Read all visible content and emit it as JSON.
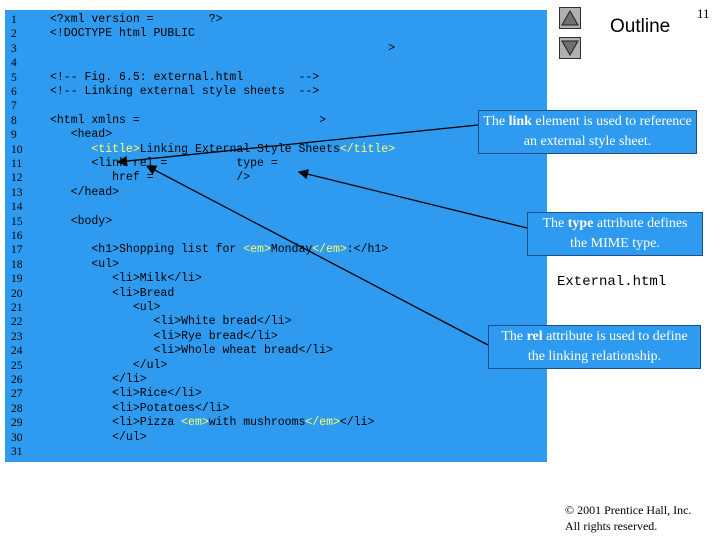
{
  "page_number": "11",
  "outline_label": "Outline",
  "filename": "External.html",
  "footer": {
    "copyright": "© 2001 Prentice Hall, Inc.",
    "rights": "All rights reserved."
  },
  "callouts": {
    "link": {
      "pre": "The ",
      "keyword": "link",
      "post": " element is used to reference an external style sheet."
    },
    "type": {
      "pre": "The ",
      "keyword": "type",
      "post": " attribute defines the MIME type."
    },
    "rel": {
      "pre": "The ",
      "keyword": "rel",
      "post": " attribute is used to define the linking relationship."
    }
  },
  "code_lines": [
    {
      "n": "1",
      "segs": [
        [
          "<?xml version = ",
          "n"
        ],
        [
          "       ?>",
          "n"
        ]
      ]
    },
    {
      "n": "2",
      "segs": [
        [
          "<!DOCTYPE html PUBLIC",
          "n"
        ]
      ]
    },
    {
      "n": "3",
      "segs": [
        [
          "                                                 >",
          "n"
        ]
      ]
    },
    {
      "n": "4",
      "segs": []
    },
    {
      "n": "5",
      "segs": [
        [
          "<!-- Fig. 6.5: external.html        -->",
          "n"
        ]
      ]
    },
    {
      "n": "6",
      "segs": [
        [
          "<!-- Linking external style sheets  -->",
          "n"
        ]
      ]
    },
    {
      "n": "7",
      "segs": []
    },
    {
      "n": "8",
      "segs": [
        [
          "<html xmlns = ",
          "n"
        ],
        [
          "                         >",
          "n"
        ]
      ]
    },
    {
      "n": "9",
      "segs": [
        [
          "   <head>",
          "n"
        ]
      ]
    },
    {
      "n": "10",
      "segs": [
        [
          "      ",
          "n"
        ],
        [
          "<title>",
          "t"
        ],
        [
          "Linking External Style Sheets",
          "n"
        ],
        [
          "</title>",
          "t"
        ]
      ]
    },
    {
      "n": "11",
      "segs": [
        [
          "      <link rel = ",
          "n"
        ],
        [
          "         type = ",
          "n"
        ]
      ]
    },
    {
      "n": "12",
      "segs": [
        [
          "         href = ",
          "n"
        ],
        [
          "           />",
          "n"
        ]
      ]
    },
    {
      "n": "13",
      "segs": [
        [
          "   </head>",
          "n"
        ]
      ]
    },
    {
      "n": "14",
      "segs": []
    },
    {
      "n": "15",
      "segs": [
        [
          "   <body>",
          "n"
        ]
      ]
    },
    {
      "n": "16",
      "segs": []
    },
    {
      "n": "17",
      "segs": [
        [
          "      <h1>",
          "n"
        ],
        [
          "Shopping list for ",
          "n"
        ],
        [
          "<em>",
          "t"
        ],
        [
          "Monday",
          "n"
        ],
        [
          "</em>",
          "t"
        ],
        [
          ":",
          "n"
        ],
        [
          "</h1>",
          "n"
        ]
      ]
    },
    {
      "n": "18",
      "segs": [
        [
          "      <ul>",
          "n"
        ]
      ]
    },
    {
      "n": "19",
      "segs": [
        [
          "         <li>",
          "n"
        ],
        [
          "Milk",
          "n"
        ],
        [
          "</li>",
          "n"
        ]
      ]
    },
    {
      "n": "20",
      "segs": [
        [
          "         <li>",
          "n"
        ],
        [
          "Bread",
          "n"
        ]
      ]
    },
    {
      "n": "21",
      "segs": [
        [
          "            <ul>",
          "n"
        ]
      ]
    },
    {
      "n": "22",
      "segs": [
        [
          "               <li>",
          "n"
        ],
        [
          "White bread",
          "n"
        ],
        [
          "</li>",
          "n"
        ]
      ]
    },
    {
      "n": "23",
      "segs": [
        [
          "               <li>",
          "n"
        ],
        [
          "Rye bread",
          "n"
        ],
        [
          "</li>",
          "n"
        ]
      ]
    },
    {
      "n": "24",
      "segs": [
        [
          "               <li>",
          "n"
        ],
        [
          "Whole wheat bread",
          "n"
        ],
        [
          "</li>",
          "n"
        ]
      ]
    },
    {
      "n": "25",
      "segs": [
        [
          "            </ul>",
          "n"
        ]
      ]
    },
    {
      "n": "26",
      "segs": [
        [
          "         </li>",
          "n"
        ]
      ]
    },
    {
      "n": "27",
      "segs": [
        [
          "         <li>",
          "n"
        ],
        [
          "Rice",
          "n"
        ],
        [
          "</li>",
          "n"
        ]
      ]
    },
    {
      "n": "28",
      "segs": [
        [
          "         <li>",
          "n"
        ],
        [
          "Potatoes",
          "n"
        ],
        [
          "</li>",
          "n"
        ]
      ]
    },
    {
      "n": "29",
      "segs": [
        [
          "         <li>",
          "n"
        ],
        [
          "Pizza ",
          "n"
        ],
        [
          "<em>",
          "t"
        ],
        [
          "with mushrooms",
          "n"
        ],
        [
          "</em>",
          "t"
        ],
        [
          "</li>",
          "n"
        ]
      ]
    },
    {
      "n": "30",
      "segs": [
        [
          "         </ul>",
          "n"
        ]
      ]
    },
    {
      "n": "31",
      "segs": []
    }
  ]
}
